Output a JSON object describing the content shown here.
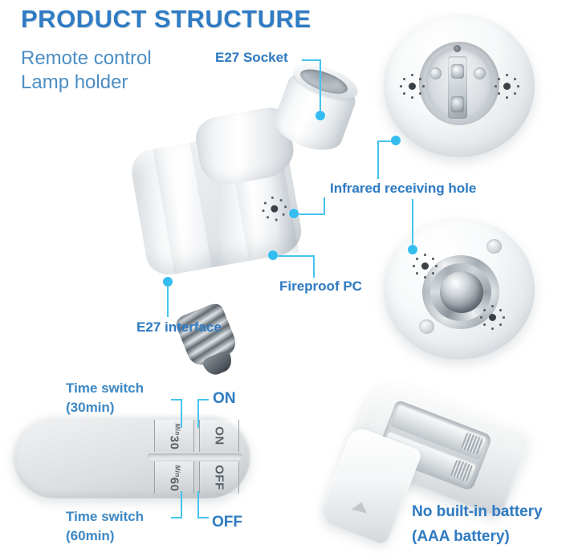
{
  "header": {
    "title": "PRODUCT STRUCTURE",
    "subtitle": "Remote control\nLamp holder"
  },
  "colors": {
    "title_blue": "#2f7cc4",
    "subtitle_blue": "#4c8ec4",
    "label_blue": "#2f7cc4",
    "connector_cyan": "#44c4ef",
    "dot_cyan": "#35bdf0",
    "background": "#ffffff"
  },
  "callouts": [
    {
      "id": "e27-socket",
      "label": "E27 Socket"
    },
    {
      "id": "infrared-hole",
      "label": "Infrared receiving hole"
    },
    {
      "id": "fireproof-pc",
      "label": "Fireproof PC"
    },
    {
      "id": "e27-interface",
      "label": "E27 interface"
    }
  ],
  "remote": {
    "callouts": [
      {
        "id": "time-switch-30",
        "label": "Time switch\n(30min)"
      },
      {
        "id": "time-switch-60",
        "label": "Time switch\n(60min)"
      },
      {
        "id": "on",
        "label": "ON"
      },
      {
        "id": "off",
        "label": "OFF"
      }
    ],
    "buttons": [
      {
        "id": "btn-30min",
        "value": "30",
        "unit": "Min"
      },
      {
        "id": "btn-on",
        "value": "ON",
        "unit": ""
      },
      {
        "id": "btn-60min",
        "value": "60",
        "unit": "Min"
      },
      {
        "id": "btn-off",
        "value": "OFF",
        "unit": ""
      }
    ]
  },
  "battery": {
    "line1": "No built-in battery",
    "line2": "(AAA battery)"
  }
}
